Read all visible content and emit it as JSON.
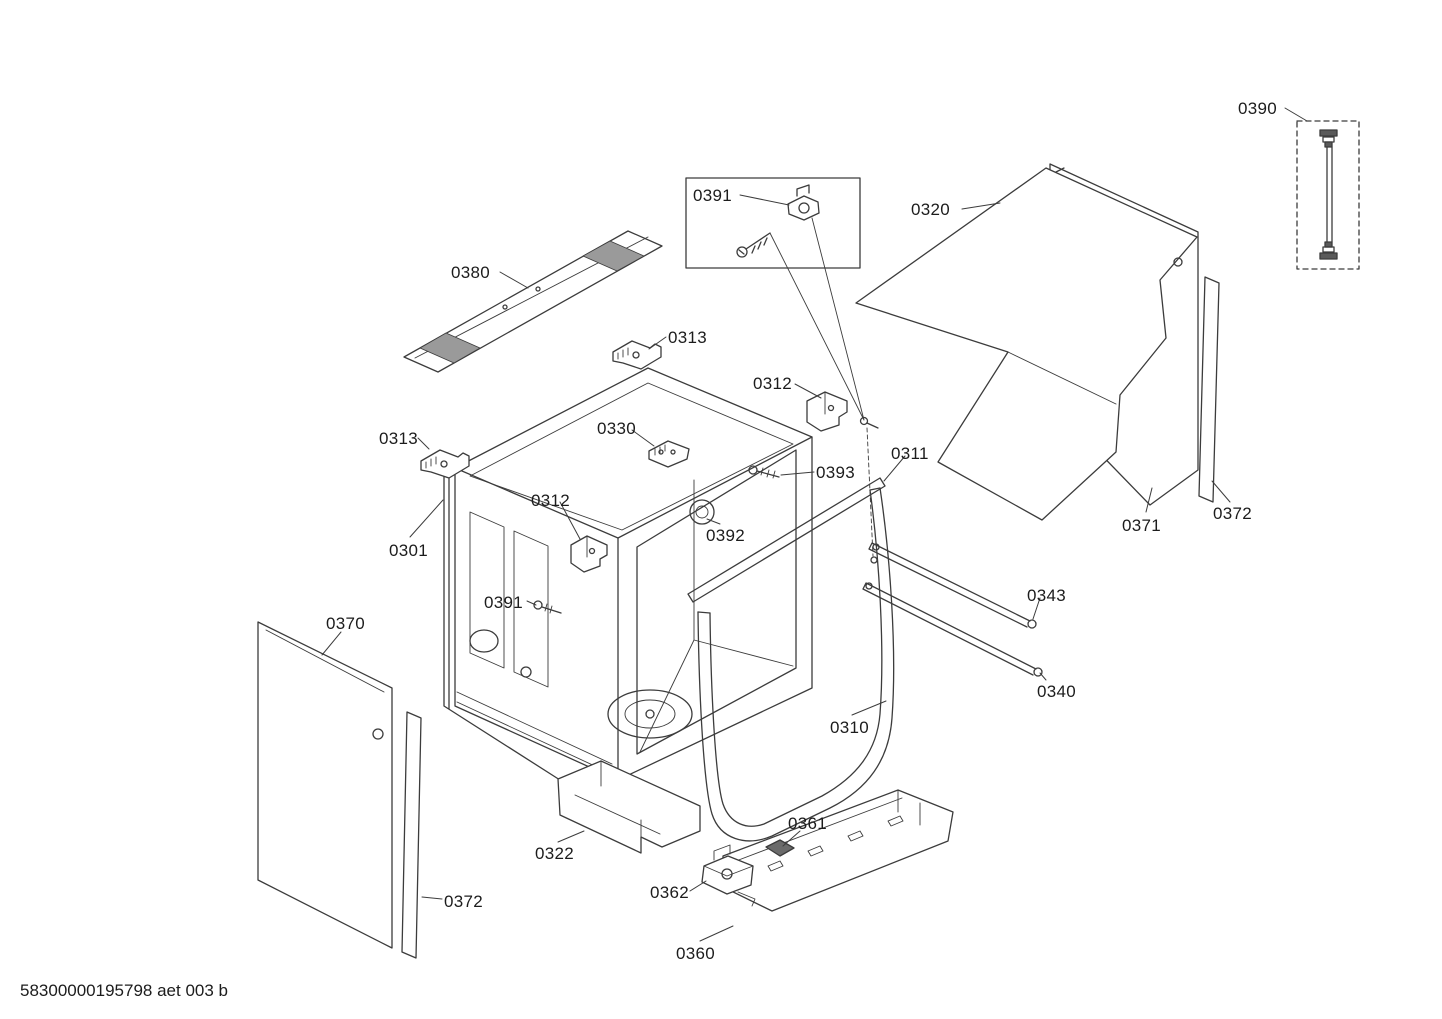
{
  "footer": {
    "doc_number": "58300000195798 aet 003 b"
  },
  "colors": {
    "line": "#3c3c3c",
    "label": "#1c1c1c",
    "background": "#ffffff"
  },
  "labels": [
    {
      "part": "0390",
      "text": "0390"
    },
    {
      "part": "0391-box",
      "text": "0391"
    },
    {
      "part": "0320",
      "text": "0320"
    },
    {
      "part": "0380",
      "text": "0380"
    },
    {
      "part": "0313-top",
      "text": "0313"
    },
    {
      "part": "0312-upper",
      "text": "0312"
    },
    {
      "part": "0330",
      "text": "0330"
    },
    {
      "part": "0313-left",
      "text": "0313"
    },
    {
      "part": "0311",
      "text": "0311"
    },
    {
      "part": "0393",
      "text": "0393"
    },
    {
      "part": "0301",
      "text": "0301"
    },
    {
      "part": "0312-lower",
      "text": "0312"
    },
    {
      "part": "0392",
      "text": "0392"
    },
    {
      "part": "0371",
      "text": "0371"
    },
    {
      "part": "0372-right",
      "text": "0372"
    },
    {
      "part": "0391-screw",
      "text": "0391"
    },
    {
      "part": "0343",
      "text": "0343"
    },
    {
      "part": "0370",
      "text": "0370"
    },
    {
      "part": "0340",
      "text": "0340"
    },
    {
      "part": "0310",
      "text": "0310"
    },
    {
      "part": "0322",
      "text": "0322"
    },
    {
      "part": "0361",
      "text": "0361"
    },
    {
      "part": "0362",
      "text": "0362"
    },
    {
      "part": "0372-left",
      "text": "0372"
    },
    {
      "part": "0360",
      "text": "0360"
    }
  ]
}
